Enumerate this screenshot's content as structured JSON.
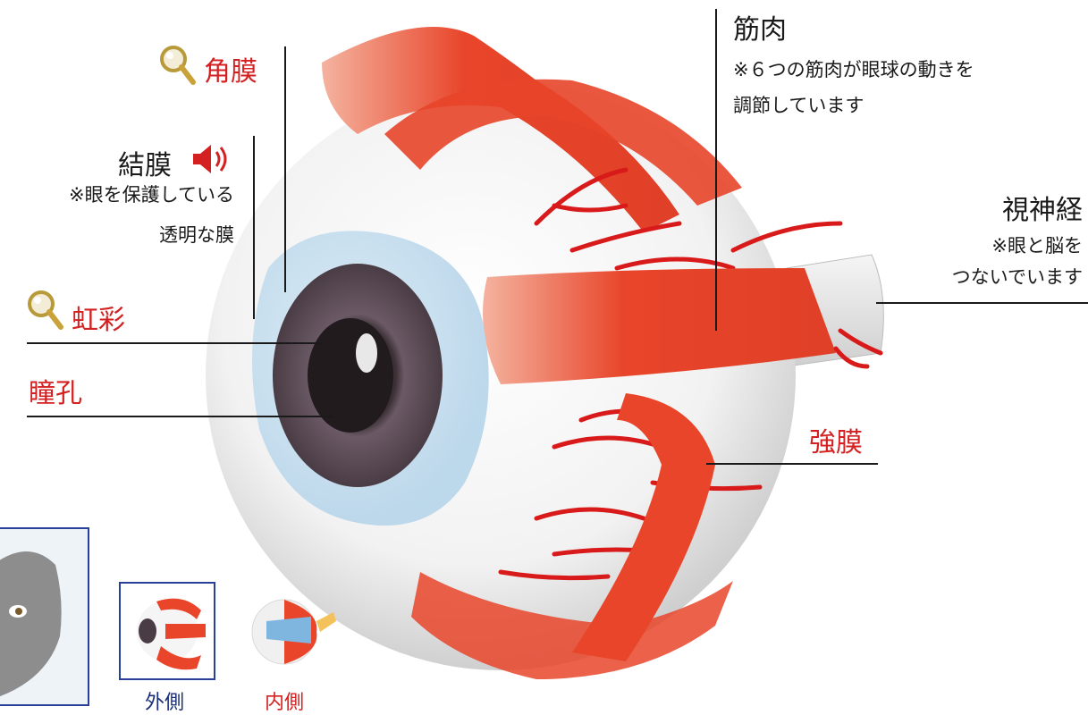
{
  "labels": {
    "cornea": "角膜",
    "conjunctiva": "結膜",
    "conjunctiva_note_1": "※眼を保護している",
    "conjunctiva_note_2": "透明な膜",
    "iris": "虹彩",
    "pupil": "瞳孔",
    "muscle": "筋肉",
    "muscle_note_1": "※６つの筋肉が眼球の動きを",
    "muscle_note_2": "調節しています",
    "optic_nerve": "視神経",
    "optic_nerve_note_1": "※眼と脳を",
    "optic_nerve_note_2": "つないでいます",
    "sclera": "強膜"
  },
  "nav": {
    "outside_label": "外側",
    "inside_label": "内側"
  },
  "icons": {
    "magnifier_1": "magnifier-icon",
    "magnifier_2": "magnifier-icon",
    "speaker": "speaker-icon"
  },
  "colors": {
    "label_red": "#d42020",
    "muscle": "#e8452a",
    "vessel": "#d81a1a",
    "iris": "#5a4a52",
    "selection_frame": "#2a3f9a"
  }
}
